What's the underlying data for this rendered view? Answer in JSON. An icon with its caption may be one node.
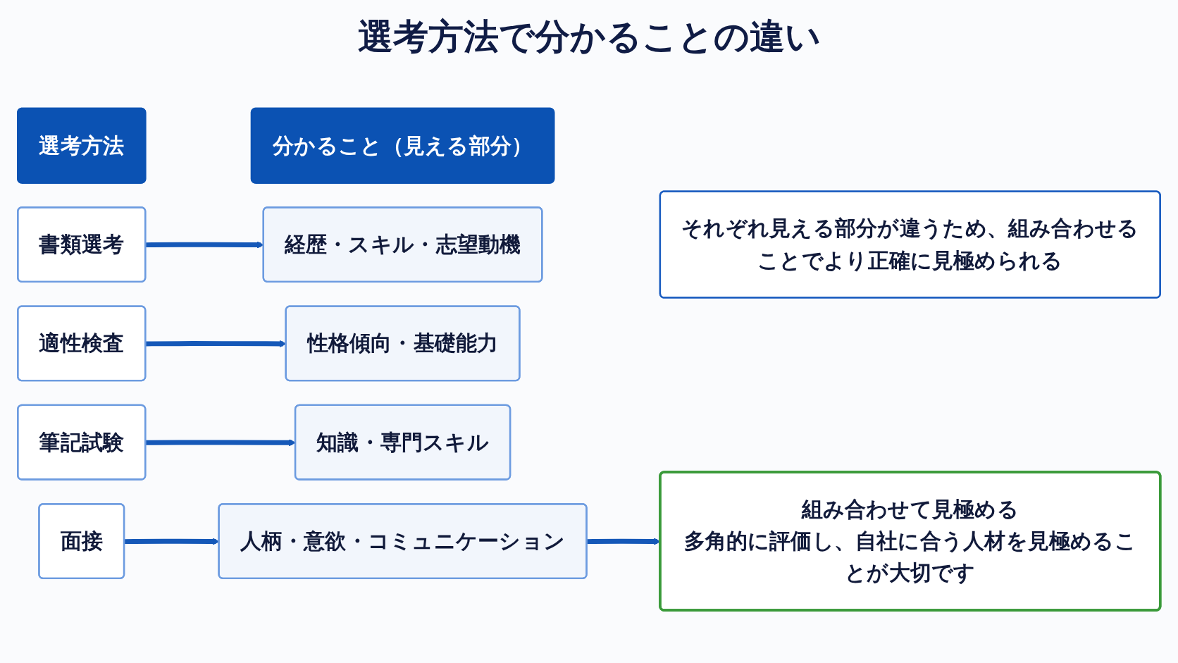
{
  "diagram": {
    "title": "選考方法で分かることの違い",
    "nodes": [
      {
        "text": [
          "選考方法"
        ]
      },
      {
        "text": [
          "分かること（見える部分）"
        ]
      },
      {
        "text": [
          "書類選考"
        ]
      },
      {
        "text": [
          "経歴・スキル・志望動機"
        ]
      },
      {
        "text": [
          "適性検査"
        ]
      },
      {
        "text": [
          "性格傾向・基礎能力"
        ]
      },
      {
        "text": [
          "筆記試験"
        ]
      },
      {
        "text": [
          "知識・専門スキル"
        ]
      },
      {
        "text": [
          "面接"
        ]
      },
      {
        "text": [
          "人柄・意欲・コミュニケーション"
        ]
      },
      {
        "text": [
          "それぞれ見える部分が違うため、組み合わせることでより正確に見極められる"
        ]
      },
      {
        "text": [
          "組み合わせて見極める",
          "多角的に評価し、自社に合う人材を見極めることが大切です"
        ]
      }
    ],
    "edges": [
      {
        "from": 2,
        "to": 3,
        "arrow": "to"
      },
      {
        "from": 4,
        "to": 5,
        "arrow": "to"
      },
      {
        "from": 6,
        "to": 7,
        "arrow": "to"
      },
      {
        "from": 8,
        "to": 9,
        "arrow": "to"
      },
      {
        "from": 9,
        "to": 11,
        "arrow": "to"
      }
    ]
  }
}
